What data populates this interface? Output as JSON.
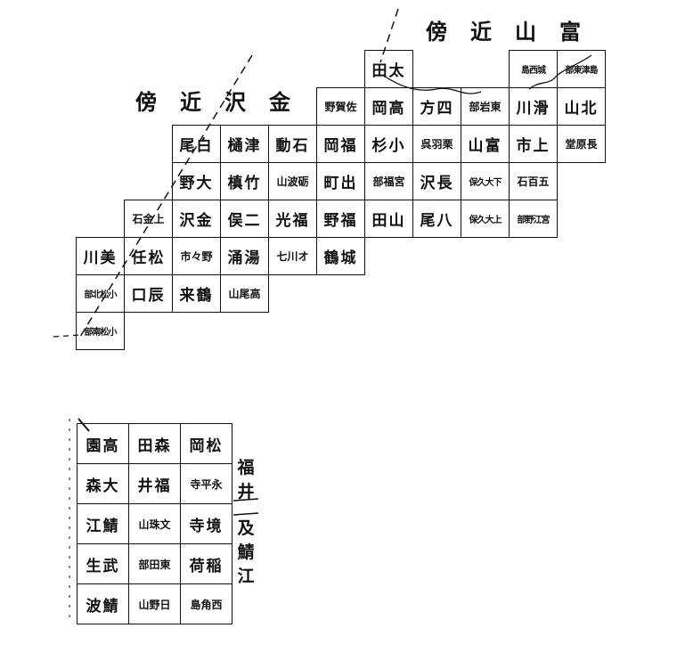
{
  "titles": {
    "toyama": "傍近山富",
    "kanazawa": "傍近沢金"
  },
  "side_labels": {
    "fukui": "福井",
    "ogaki": "及鯖江"
  },
  "upper_grid": [
    {
      "row": 0,
      "col": 6,
      "text": "田太"
    },
    {
      "row": 0,
      "col": 9,
      "text": "島西城",
      "size": "xs"
    },
    {
      "row": 0,
      "col": 10,
      "text": "部東津島",
      "size": "xs"
    },
    {
      "row": 1,
      "col": 5,
      "text": "野賀佐",
      "size": "sm"
    },
    {
      "row": 1,
      "col": 6,
      "text": "岡高"
    },
    {
      "row": 1,
      "col": 7,
      "text": "方四"
    },
    {
      "row": 1,
      "col": 8,
      "text": "部岩東",
      "size": "sm"
    },
    {
      "row": 1,
      "col": 9,
      "text": "川滑"
    },
    {
      "row": 1,
      "col": 10,
      "text": "山北"
    },
    {
      "row": 2,
      "col": 2,
      "text": "尾白"
    },
    {
      "row": 2,
      "col": 3,
      "text": "樋津"
    },
    {
      "row": 2,
      "col": 4,
      "text": "動石"
    },
    {
      "row": 2,
      "col": 5,
      "text": "岡福"
    },
    {
      "row": 2,
      "col": 6,
      "text": "杉小"
    },
    {
      "row": 2,
      "col": 7,
      "text": "呉羽栗",
      "size": "sm"
    },
    {
      "row": 2,
      "col": 8,
      "text": "山富"
    },
    {
      "row": 2,
      "col": 9,
      "text": "市上"
    },
    {
      "row": 2,
      "col": 10,
      "text": "堂原長",
      "size": "sm"
    },
    {
      "row": 3,
      "col": 2,
      "text": "野大"
    },
    {
      "row": 3,
      "col": 3,
      "text": "槙竹"
    },
    {
      "row": 3,
      "col": 4,
      "text": "山波砺",
      "size": "sm"
    },
    {
      "row": 3,
      "col": 5,
      "text": "町出"
    },
    {
      "row": 3,
      "col": 6,
      "text": "部福宮",
      "size": "sm"
    },
    {
      "row": 3,
      "col": 7,
      "text": "沢長"
    },
    {
      "row": 3,
      "col": 8,
      "text": "保久大下",
      "size": "xs"
    },
    {
      "row": 3,
      "col": 9,
      "text": "石百五",
      "size": "sm"
    },
    {
      "row": 4,
      "col": 1,
      "text": "石金上",
      "size": "sm"
    },
    {
      "row": 4,
      "col": 2,
      "text": "沢金"
    },
    {
      "row": 4,
      "col": 3,
      "text": "俣二"
    },
    {
      "row": 4,
      "col": 4,
      "text": "光福"
    },
    {
      "row": 4,
      "col": 5,
      "text": "野福"
    },
    {
      "row": 4,
      "col": 6,
      "text": "田山"
    },
    {
      "row": 4,
      "col": 7,
      "text": "尾八"
    },
    {
      "row": 4,
      "col": 8,
      "text": "保久大上",
      "size": "xs"
    },
    {
      "row": 4,
      "col": 9,
      "text": "部野江宮",
      "size": "xs"
    },
    {
      "row": 5,
      "col": 0,
      "text": "川美"
    },
    {
      "row": 5,
      "col": 1,
      "text": "任松"
    },
    {
      "row": 5,
      "col": 2,
      "text": "市々野",
      "size": "sm"
    },
    {
      "row": 5,
      "col": 3,
      "text": "涌湯"
    },
    {
      "row": 5,
      "col": 4,
      "text": "七川オ",
      "size": "sm"
    },
    {
      "row": 5,
      "col": 5,
      "text": "鶴城"
    },
    {
      "row": 6,
      "col": 0,
      "text": "部北松小",
      "size": "xs"
    },
    {
      "row": 6,
      "col": 1,
      "text": "口辰"
    },
    {
      "row": 6,
      "col": 2,
      "text": "来鶴"
    },
    {
      "row": 6,
      "col": 3,
      "text": "山尾高",
      "size": "sm"
    },
    {
      "row": 7,
      "col": 0,
      "text": "部南松小",
      "size": "xs"
    }
  ],
  "lower_grid": [
    {
      "row": 0,
      "col": 0,
      "text": "園高"
    },
    {
      "row": 0,
      "col": 1,
      "text": "田森"
    },
    {
      "row": 0,
      "col": 2,
      "text": "岡松"
    },
    {
      "row": 1,
      "col": 0,
      "text": "森大"
    },
    {
      "row": 1,
      "col": 1,
      "text": "井福"
    },
    {
      "row": 1,
      "col": 2,
      "text": "寺平永",
      "size": "sm"
    },
    {
      "row": 2,
      "col": 0,
      "text": "江鯖"
    },
    {
      "row": 2,
      "col": 1,
      "text": "山珠文",
      "size": "sm"
    },
    {
      "row": 2,
      "col": 2,
      "text": "寺境"
    },
    {
      "row": 3,
      "col": 0,
      "text": "生武"
    },
    {
      "row": 3,
      "col": 1,
      "text": "部田東",
      "size": "sm"
    },
    {
      "row": 3,
      "col": 2,
      "text": "荷稲"
    },
    {
      "row": 4,
      "col": 0,
      "text": "波鯖"
    },
    {
      "row": 4,
      "col": 1,
      "text": "山野日",
      "size": "sm"
    },
    {
      "row": 4,
      "col": 2,
      "text": "島角西",
      "size": "sm"
    }
  ]
}
